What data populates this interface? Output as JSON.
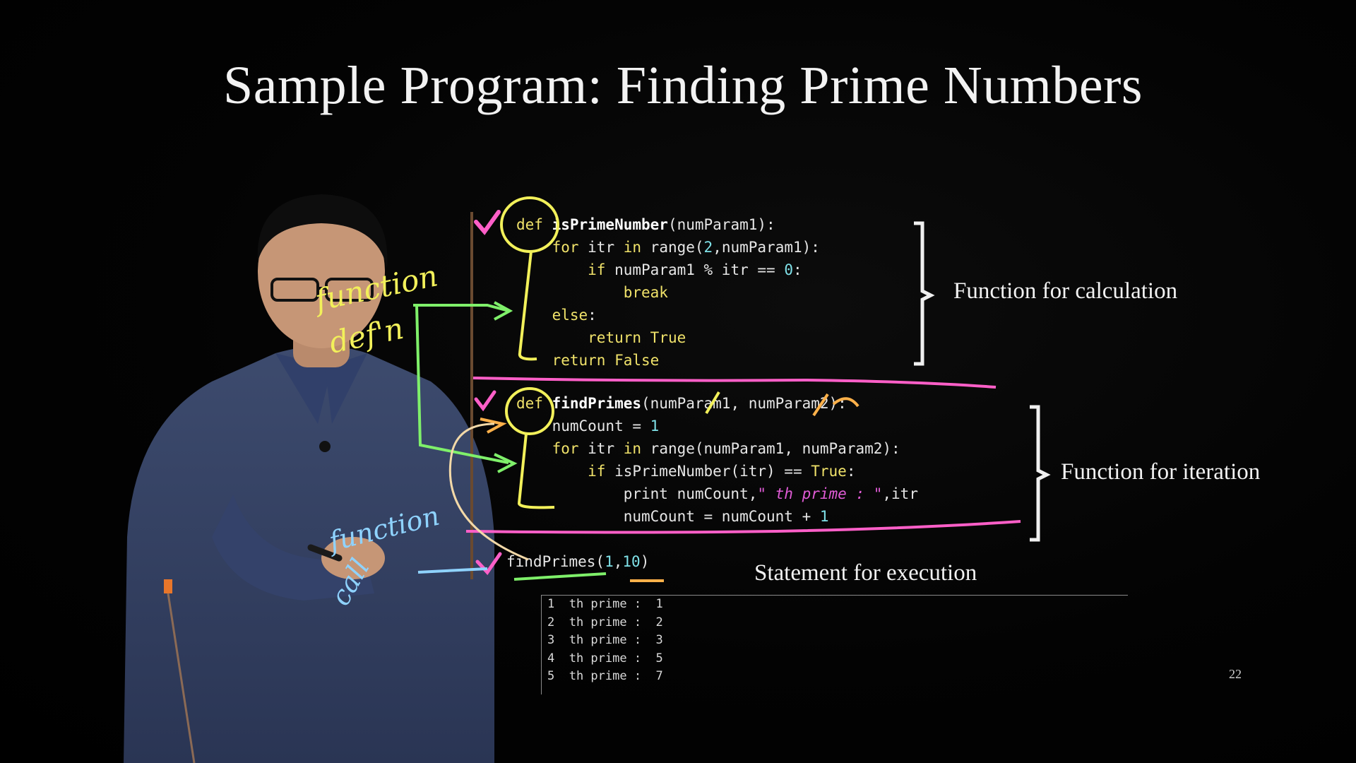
{
  "slide": {
    "title": "Sample Program: Finding Prime Numbers",
    "page_number": "22"
  },
  "code_block_1": {
    "lines": [
      {
        "indent": "",
        "tokens": [
          {
            "t": "def ",
            "c": "kw"
          },
          {
            "t": "isPrimeNumber",
            "c": "fn"
          },
          {
            "t": "(numParam1):",
            "c": ""
          }
        ]
      },
      {
        "indent": "    ",
        "tokens": [
          {
            "t": "for ",
            "c": "kw"
          },
          {
            "t": "itr ",
            "c": ""
          },
          {
            "t": "in ",
            "c": "kw"
          },
          {
            "t": "range(",
            "c": ""
          },
          {
            "t": "2",
            "c": "num"
          },
          {
            "t": ",numParam1):",
            "c": ""
          }
        ]
      },
      {
        "indent": "        ",
        "tokens": [
          {
            "t": "if ",
            "c": "kw"
          },
          {
            "t": "numParam1 % itr == ",
            "c": ""
          },
          {
            "t": "0",
            "c": "num"
          },
          {
            "t": ":",
            "c": ""
          }
        ]
      },
      {
        "indent": "            ",
        "tokens": [
          {
            "t": "break",
            "c": "kw"
          }
        ]
      },
      {
        "indent": "    ",
        "tokens": [
          {
            "t": "else",
            "c": "kw"
          },
          {
            "t": ":",
            "c": ""
          }
        ]
      },
      {
        "indent": "        ",
        "tokens": [
          {
            "t": "return ",
            "c": "kw"
          },
          {
            "t": "True",
            "c": "kw"
          }
        ]
      },
      {
        "indent": "    ",
        "tokens": [
          {
            "t": "return ",
            "c": "kw"
          },
          {
            "t": "False",
            "c": "kw"
          }
        ]
      }
    ]
  },
  "code_block_2": {
    "lines": [
      {
        "indent": "",
        "tokens": [
          {
            "t": "def ",
            "c": "kw"
          },
          {
            "t": "findPrimes",
            "c": "fn"
          },
          {
            "t": "(numParam1, numParam2):",
            "c": ""
          }
        ]
      },
      {
        "indent": "    ",
        "tokens": [
          {
            "t": "numCount = ",
            "c": ""
          },
          {
            "t": "1",
            "c": "num"
          }
        ]
      },
      {
        "indent": "    ",
        "tokens": [
          {
            "t": "for ",
            "c": "kw"
          },
          {
            "t": "itr ",
            "c": ""
          },
          {
            "t": "in ",
            "c": "kw"
          },
          {
            "t": "range(numParam1, numParam2):",
            "c": ""
          }
        ]
      },
      {
        "indent": "        ",
        "tokens": [
          {
            "t": "if ",
            "c": "kw"
          },
          {
            "t": "isPrimeNumber(itr) == ",
            "c": ""
          },
          {
            "t": "True",
            "c": "kw"
          },
          {
            "t": ":",
            "c": ""
          }
        ]
      },
      {
        "indent": "            ",
        "tokens": [
          {
            "t": "print ",
            "c": ""
          },
          {
            "t": "numCount,",
            "c": ""
          },
          {
            "t": "\" th prime : \"",
            "c": "str"
          },
          {
            "t": ",itr",
            "c": ""
          }
        ]
      },
      {
        "indent": "            ",
        "tokens": [
          {
            "t": "numCount = numCount + ",
            "c": ""
          },
          {
            "t": "1",
            "c": "num"
          }
        ]
      }
    ]
  },
  "code_block_3": {
    "lines": [
      {
        "indent": "",
        "tokens": [
          {
            "t": "findPrimes(",
            "c": ""
          },
          {
            "t": "1",
            "c": "num"
          },
          {
            "t": ",",
            "c": ""
          },
          {
            "t": "10",
            "c": "num"
          },
          {
            "t": ")",
            "c": ""
          }
        ]
      }
    ]
  },
  "labels": {
    "calculation": "Function for calculation",
    "iteration": "Function for iteration",
    "execution": "Statement for execution"
  },
  "output": {
    "rows": [
      "1  th prime :  1",
      "2  th prime :  2",
      "3  th prime :  3",
      "4  th prime :  5",
      "5  th prime :  7"
    ]
  },
  "handwriting": {
    "note_1": "function",
    "note_2": "def'n",
    "note_3": "function",
    "note_4": "call"
  },
  "colors": {
    "keyword": "#f0e26a",
    "function_name": "#ffffff",
    "number": "#7fe1e8",
    "string": "#e05bd6",
    "ink_yellow": "#f2f05a",
    "ink_green": "#7ff06a",
    "ink_pink": "#ff5fc8",
    "ink_blue": "#8fd3ff",
    "ink_orange": "#ffb14a"
  }
}
